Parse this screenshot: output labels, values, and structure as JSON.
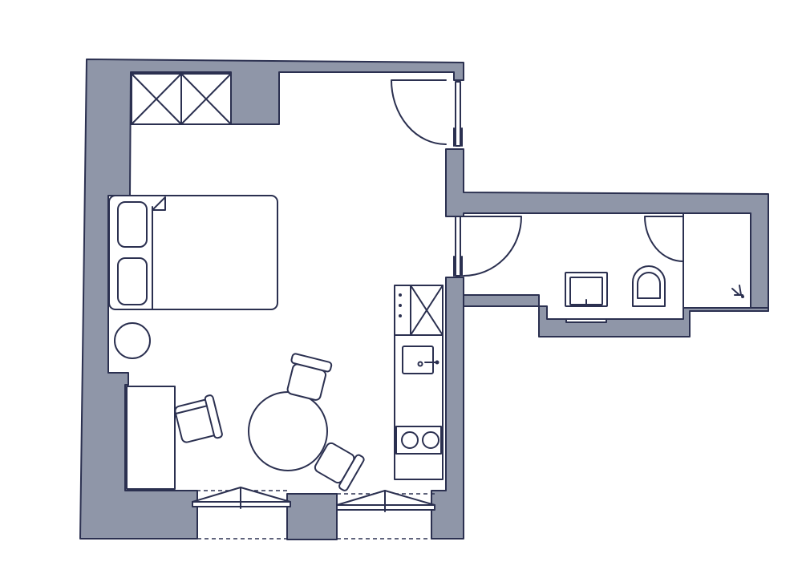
{
  "plan": {
    "title": "",
    "colors": {
      "wall": "#8f96a8",
      "line": "#2b3050",
      "background": "#ffffff",
      "floor": "#ffffff"
    }
  },
  "rooms": [
    "main-room",
    "bathroom"
  ],
  "fixtures": {
    "main_room": [
      "wardrobe",
      "entry-door",
      "double-bed",
      "round-side-table",
      "sideboard",
      "armchair",
      "dining-table",
      "dining-chair",
      "dining-chair",
      "kitchen-oven-unit",
      "kitchen-sink",
      "kitchen-cooktop",
      "window",
      "window"
    ],
    "bathroom": [
      "bathroom-door",
      "bathroom-sink",
      "toilet",
      "shower-door",
      "shower-drain"
    ]
  }
}
